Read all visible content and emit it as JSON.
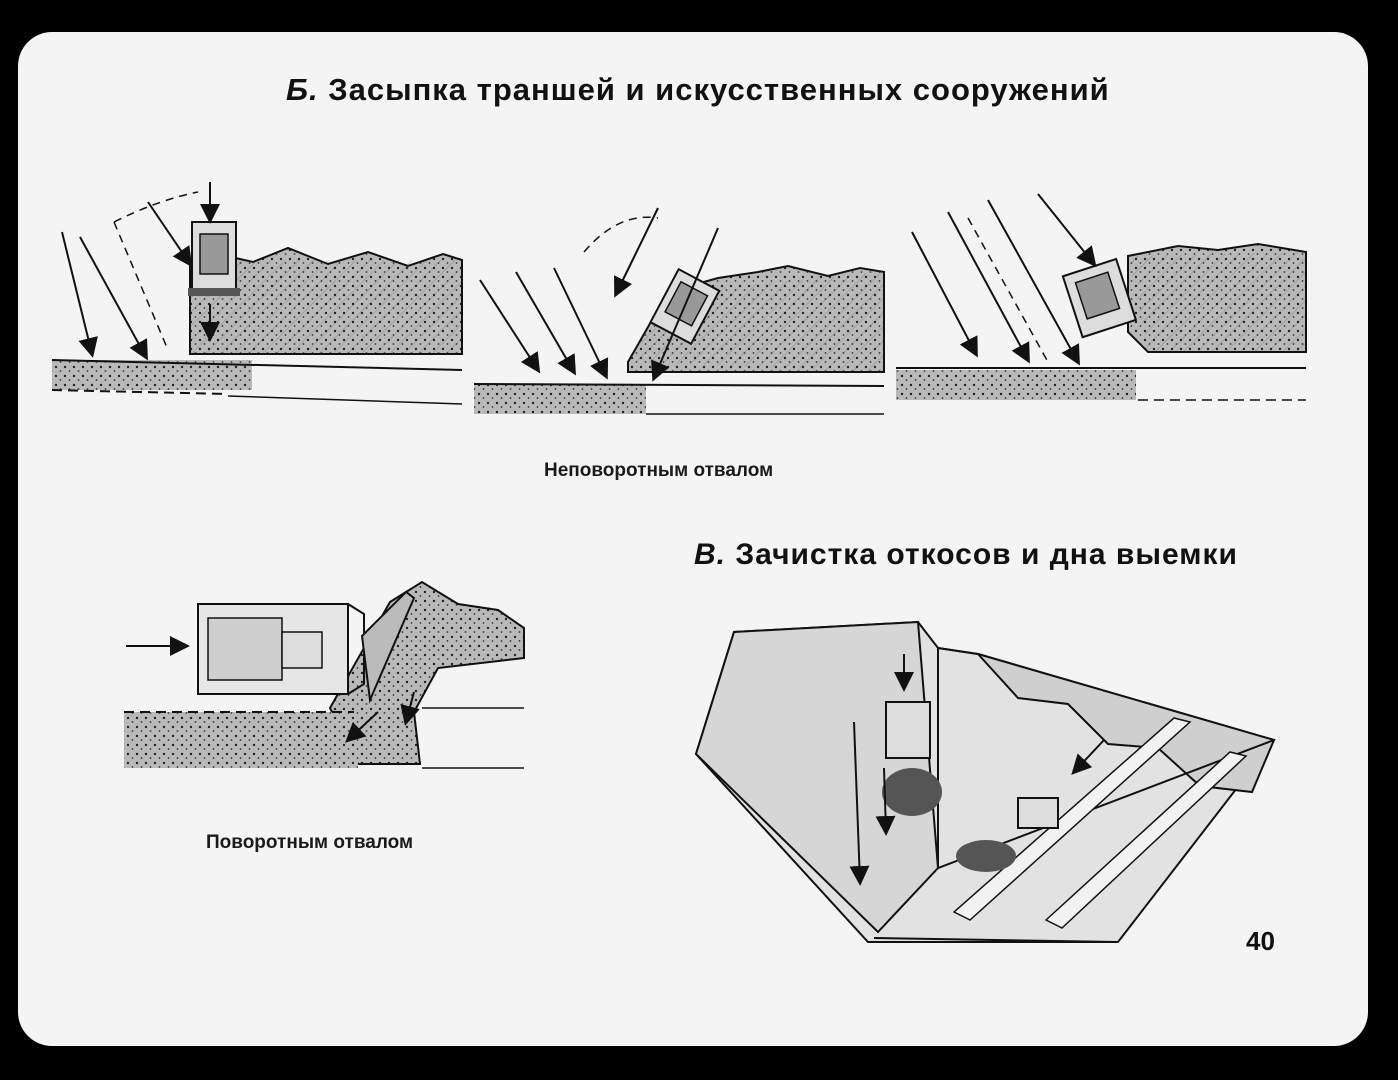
{
  "section_b": {
    "letter": "Б.",
    "title": "Засыпка траншей и искусственных сооружений"
  },
  "section_v": {
    "letter": "В.",
    "title": "Зачистка откосов и дна выемки"
  },
  "captions": {
    "fixed_blade": "Неповоротным отвалом",
    "angle_blade": "Поворотным отвалом"
  },
  "page_number": "40",
  "colors": {
    "background": "#000000",
    "slide": "#f4f4f4",
    "ink": "#111111",
    "soil": "#8a8a8a"
  }
}
